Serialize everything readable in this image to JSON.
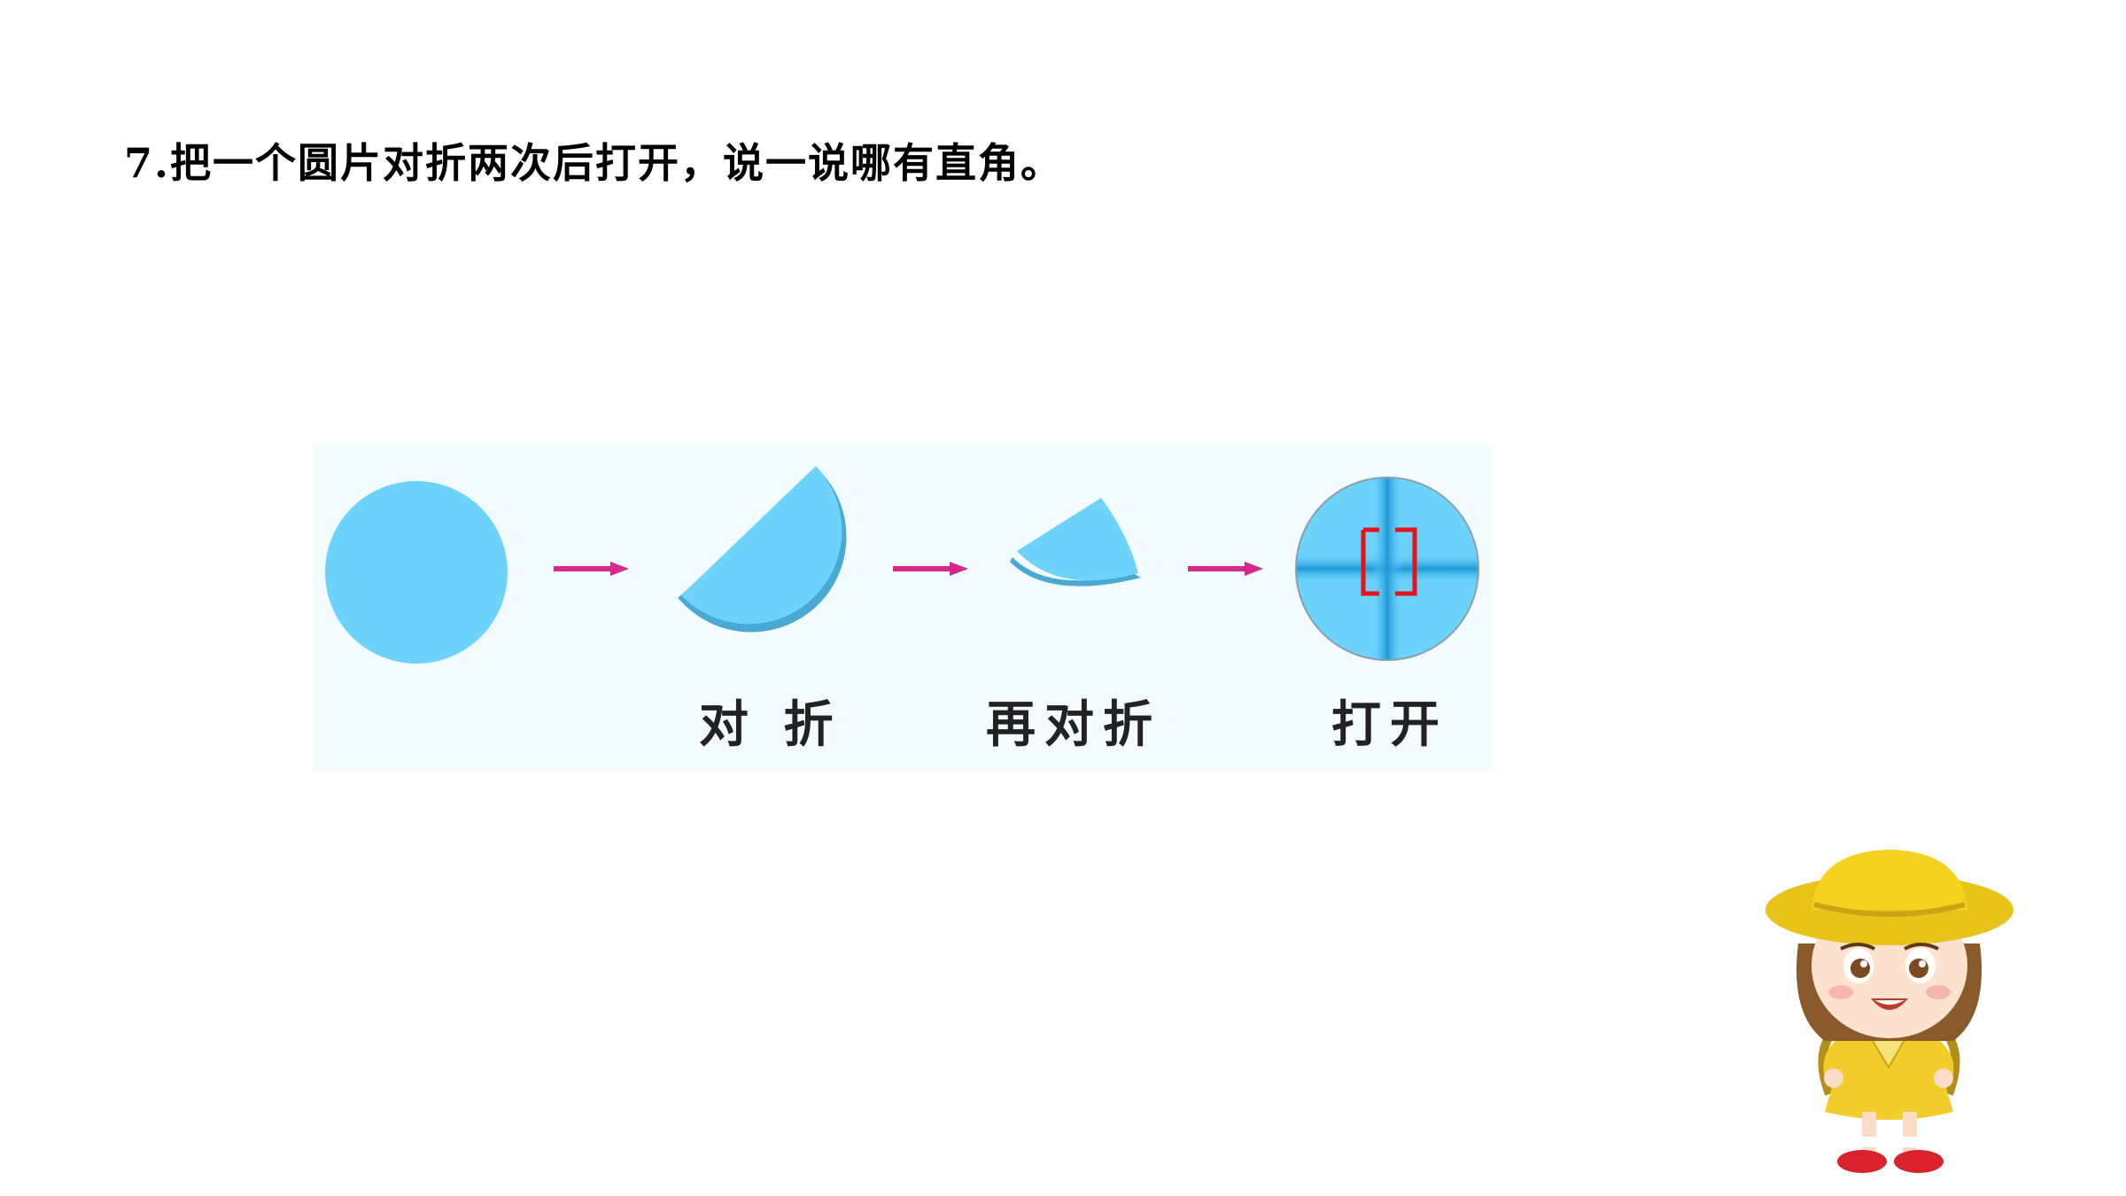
{
  "question": {
    "text": "7.把一个圆片对折两次后打开，说一说哪有直角。"
  },
  "diagram": {
    "steps": [
      {
        "shape": "full-circle",
        "label": ""
      },
      {
        "shape": "half-circle",
        "label": "对 折"
      },
      {
        "shape": "quarter-circle",
        "label": "再对折"
      },
      {
        "shape": "unfolded-circle-with-right-angle",
        "label": "打开"
      }
    ],
    "colors": {
      "panel_background": "#f2fbfd",
      "disk_fill": "#6dd3fb",
      "disk_shadow": "#4aa9d3",
      "fold_crease": "#1e9ad8",
      "arrow": "#d6278a",
      "right_angle_marker": "#e8111a"
    }
  },
  "decoration": {
    "character": "girl-with-yellow-hat",
    "colors": {
      "hat": "#f4d21f",
      "dress": "#f2cc2a",
      "shoes": "#d9222c"
    }
  }
}
